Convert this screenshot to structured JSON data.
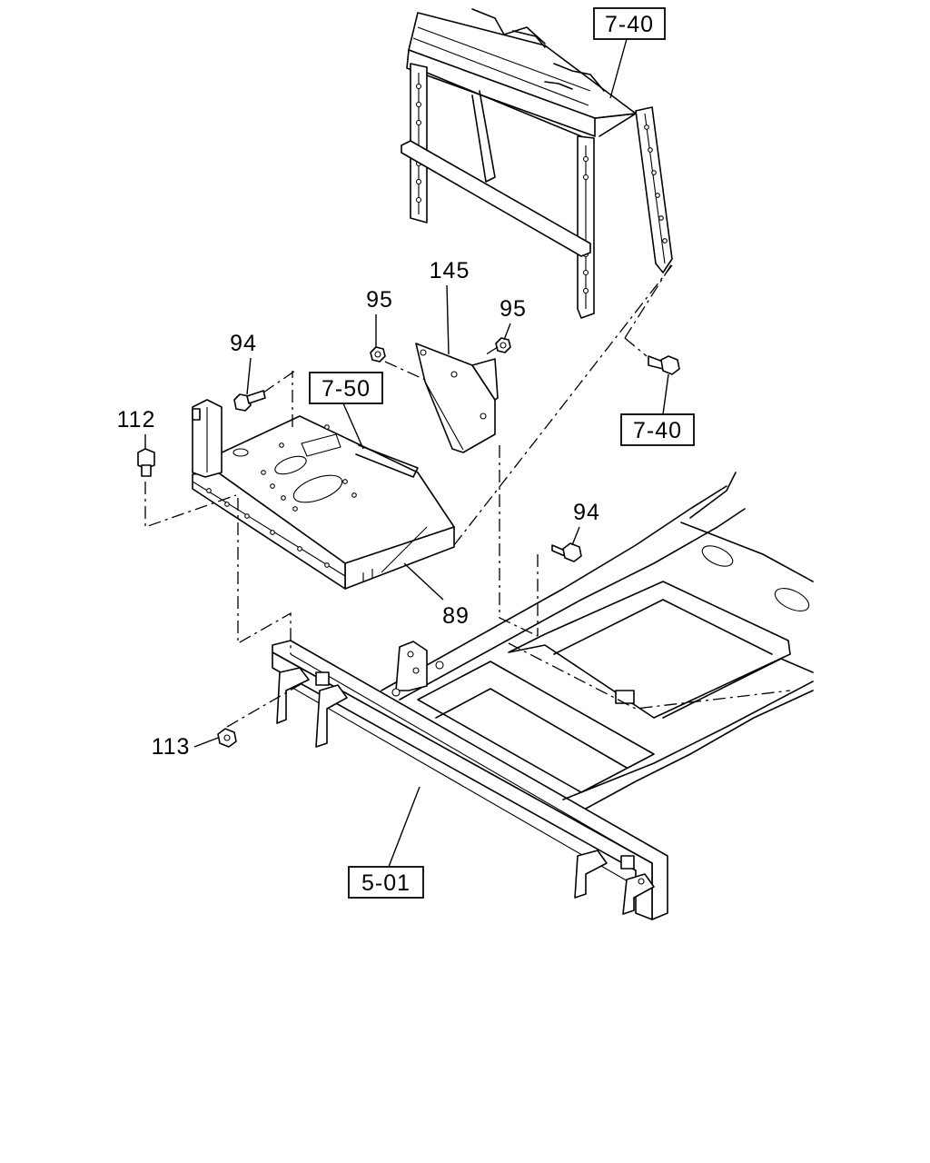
{
  "callouts": {
    "c740_top": "7-40",
    "c145": "145",
    "c95_left": "95",
    "c95_right": "95",
    "c94_left": "94",
    "c750": "7-50",
    "c740_mid": "7-40",
    "c112": "112",
    "c94_right": "94",
    "c89": "89",
    "c113": "113",
    "c501": "5-01"
  }
}
